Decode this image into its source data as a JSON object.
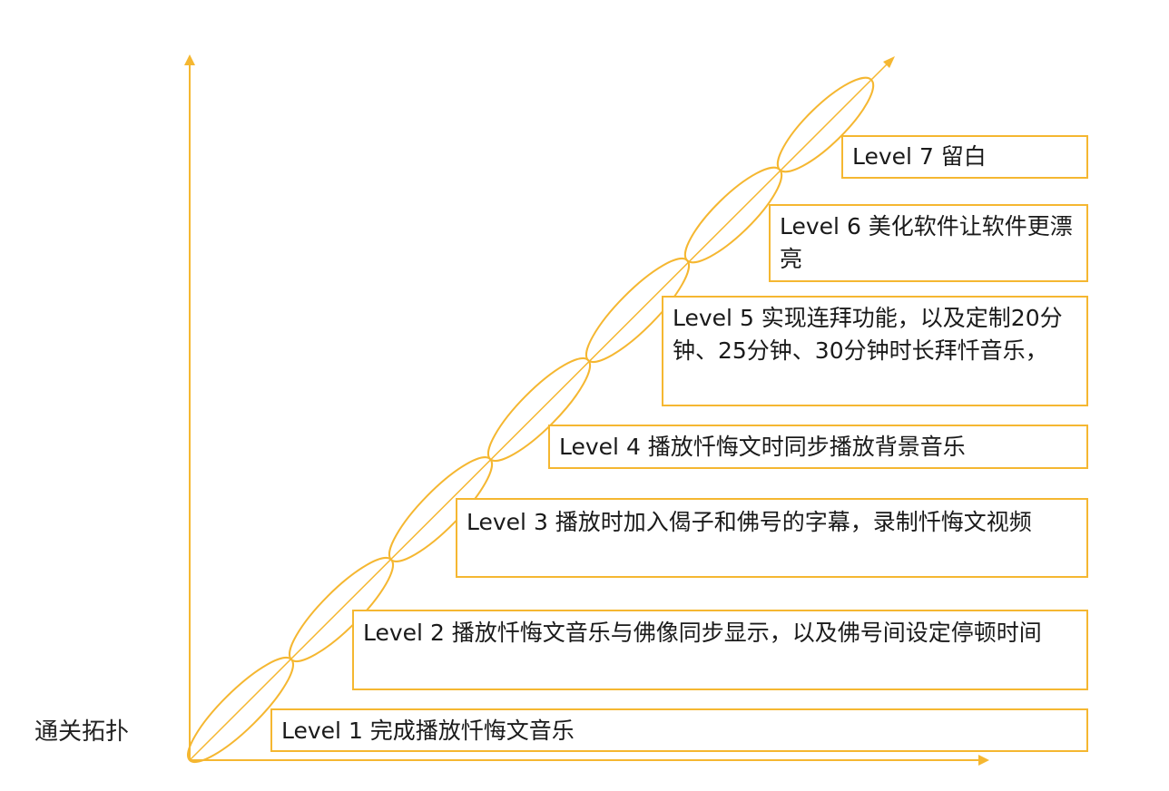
{
  "side_label": "通关拓扑",
  "accent_color": "#f5b731",
  "levels": [
    {
      "text": "Level 1  完成播放忏悔文音乐"
    },
    {
      "text": "Level 2 播放忏悔文音乐与佛像同步显示，以及佛号间设定停顿时间"
    },
    {
      "text": "Level 3 播放时加入偈子和佛号的字幕，录制忏悔文视频"
    },
    {
      "text": "Level 4 播放忏悔文时同步播放背景音乐"
    },
    {
      "text": "Level 5 实现连拜功能，以及定制20分钟、25分钟、30分钟时长拜忏音乐，"
    },
    {
      "text": "Level 6 美化软件让软件更漂亮"
    },
    {
      "text": "Level 7 留白"
    }
  ]
}
